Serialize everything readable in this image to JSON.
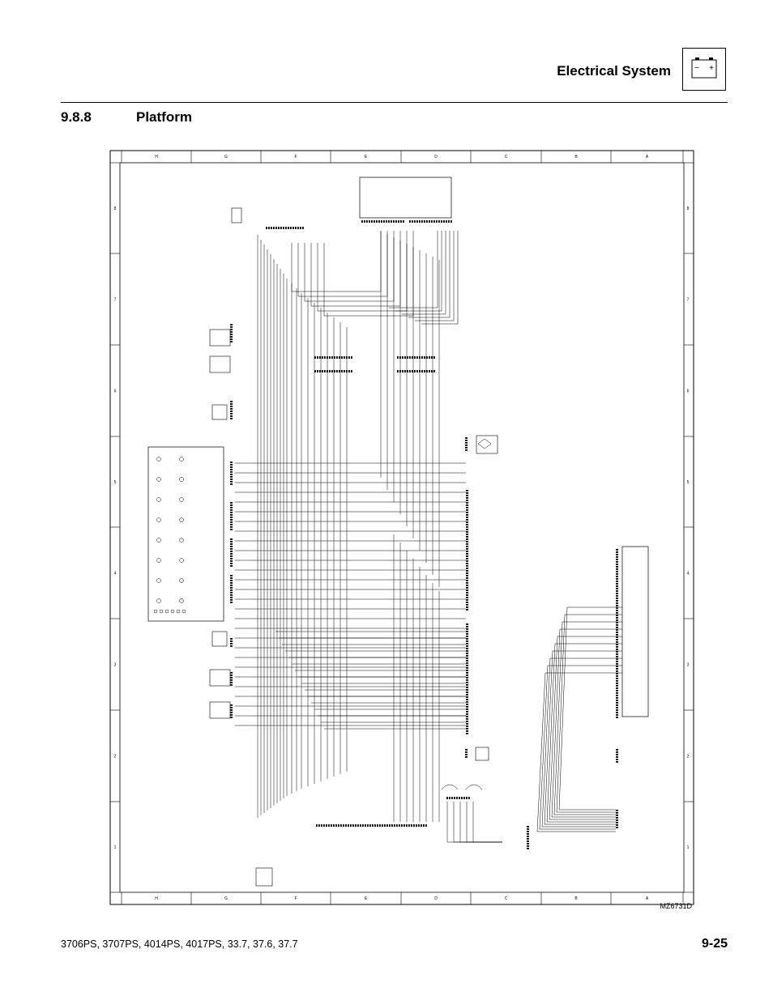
{
  "header": {
    "title": "Electrical System",
    "battery_icon": "battery-icon",
    "battery_minus": "−",
    "battery_plus": "+"
  },
  "section": {
    "number": "9.8.8",
    "title": "Platform"
  },
  "schematic": {
    "zone_letters": [
      "H",
      "G",
      "F",
      "E",
      "D",
      "C",
      "B",
      "A"
    ],
    "zone_numbers": [
      "8",
      "7",
      "6",
      "5",
      "4",
      "3",
      "2",
      "1"
    ],
    "drawing_id": "MZ6731D"
  },
  "footer": {
    "models": "3706PS, 3707PS, 4014PS, 4017PS, 33.7, 37.6, 37.7",
    "page_number": "9-25"
  }
}
